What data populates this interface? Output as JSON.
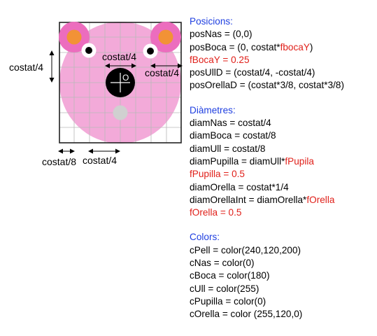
{
  "colors": {
    "skin": "#f3aad9",
    "ear_outer": "#ec6dbe",
    "ear_inner": "#f29236",
    "nose": "#000000",
    "mouth": "#d0d0d0",
    "eye": "#ffffff",
    "pupil": "#000000",
    "grid": "#b8b8b8",
    "section_title": "#1f3fe0",
    "param": "#e0201a"
  },
  "diagram": {
    "nose_label": "O",
    "annotations": {
      "left_side": "costat/4",
      "top_center": "costat/4",
      "right_side": "costat/4",
      "bottom_eighth": "costat/8",
      "bottom_quarter": "costat/4"
    }
  },
  "spec": {
    "positions": {
      "title": "Posicions:",
      "pos_nas": "posNas = (0,0)",
      "pos_boca_a": "posBoca  = (0, costat*",
      "pos_boca_param": "fbocaY",
      "pos_boca_b": ")",
      "f_boca_y": "fBocaY = 0.25",
      "pos_ull": "posUllD = (costat/4, -costat/4)",
      "pos_orella": "posOrellaD = (costat*3/8, costat*3/8)"
    },
    "diameters": {
      "title": "Diàmetres:",
      "diam_nas": "diamNas = costat/4",
      "diam_boca": "diamBoca = costat/8",
      "diam_ull": "diamUll = costat/8",
      "diam_pupilla_a": "diamPupilla = diamUll*",
      "diam_pupilla_param": "fPupila",
      "f_pupilla": "fPupilla = 0.5",
      "diam_orella": "diamOrella = costat*1/4",
      "diam_orella_int_a": "diamOrellaInt = diamOrella*",
      "diam_orella_int_param": "fOrella",
      "f_orella": "fOrella = 0.5"
    },
    "colors": {
      "title": "Colors:",
      "c_pell": "cPell = color(240,120,200)",
      "c_nas": "cNas = color(0)",
      "c_boca": "cBoca = color(180)",
      "c_ull": "cUll = color(255)",
      "c_pupilla": "cPupilla = color(0)",
      "c_orella": "cOrella = color (255,120,0)"
    }
  }
}
